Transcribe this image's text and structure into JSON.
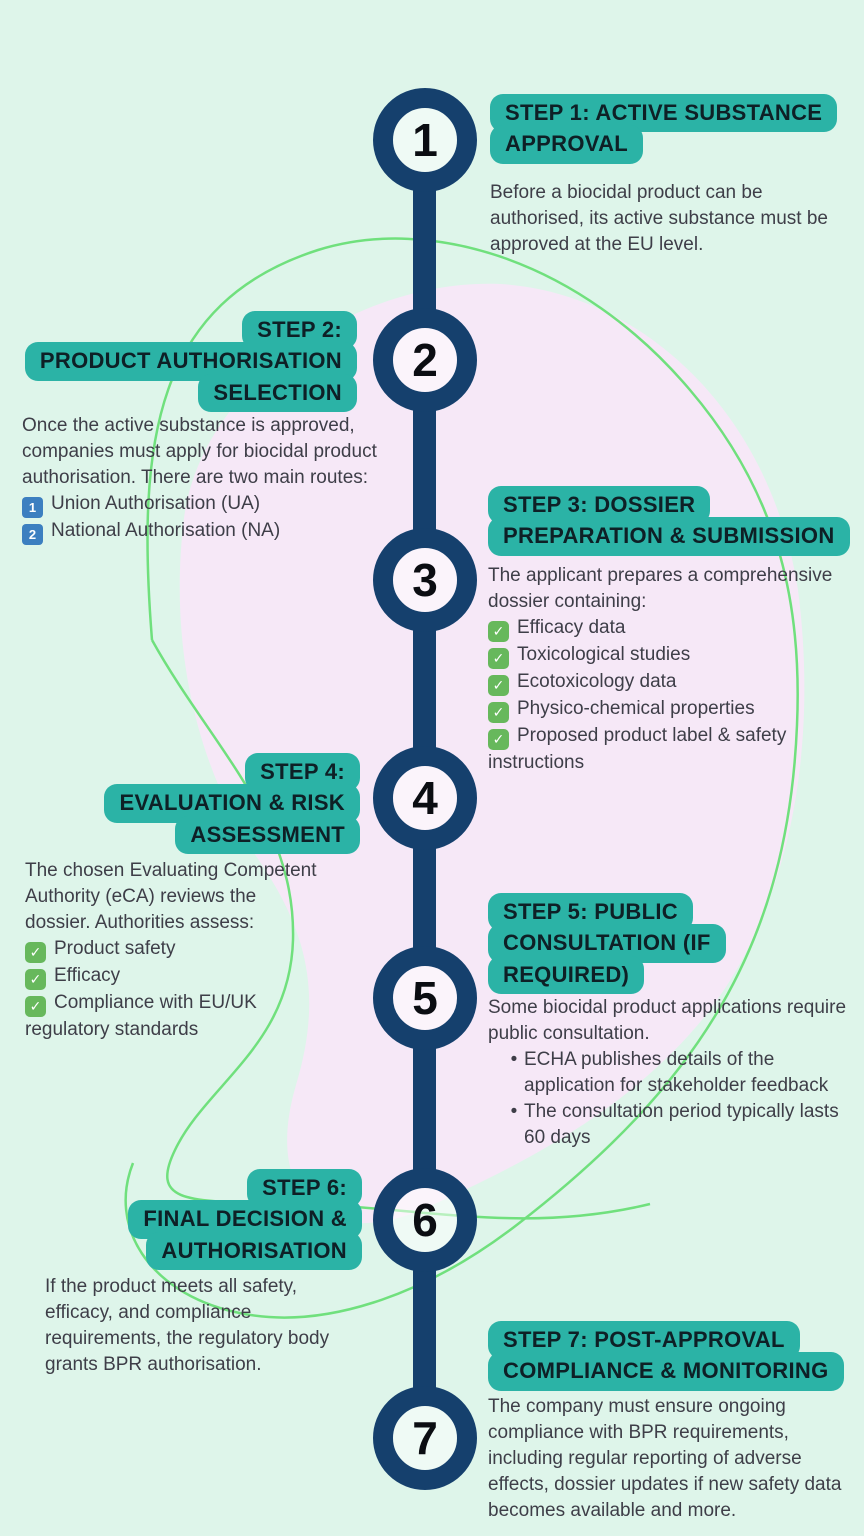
{
  "colors": {
    "background_mint": "#def5ea",
    "blob_pink": "#f6e8f7",
    "accent_teal": "#2bb3a6",
    "timeline_navy": "#15406d",
    "line_green": "#70e07d",
    "check_green": "#67b85c",
    "keycap_blue": "#3c7fc0",
    "body_text": "#3e3e48"
  },
  "icons": {
    "check": "✓",
    "bullet": "•"
  },
  "steps": [
    {
      "number": "1",
      "title_lines": [
        "STEP 1: ACTIVE SUBSTANCE",
        "APPROVAL"
      ],
      "body": "Before a biocidal product can be authorised, its active substance must be approved at the EU level."
    },
    {
      "number": "2",
      "title_lines": [
        "STEP 2:",
        "PRODUCT AUTHORISATION",
        "SELECTION"
      ],
      "body": "Once the active substance is approved, companies must apply for biocidal product authorisation. There are two main routes:",
      "routes": [
        {
          "num": "1",
          "label": "Union Authorisation (UA)"
        },
        {
          "num": "2",
          "label": "National Authorisation (NA)"
        }
      ]
    },
    {
      "number": "3",
      "title_lines": [
        "STEP 3: DOSSIER",
        "PREPARATION & SUBMISSION"
      ],
      "body": "The applicant prepares a comprehensive dossier containing:",
      "checklist": [
        "Efficacy data",
        "Toxicological studies",
        "Ecotoxicology data",
        "Physico-chemical properties",
        "Proposed product label & safety instructions"
      ]
    },
    {
      "number": "4",
      "title_lines": [
        "STEP 4:",
        "EVALUATION & RISK",
        "ASSESSMENT"
      ],
      "body": "The chosen Evaluating Competent Authority (eCA) reviews the dossier. Authorities assess:",
      "checklist": [
        "Product safety",
        "Efficacy",
        "Compliance with EU/UK regulatory standards"
      ]
    },
    {
      "number": "5",
      "title_lines": [
        "STEP 5: PUBLIC",
        "CONSULTATION (IF",
        "REQUIRED)"
      ],
      "body": "Some biocidal product applications require public consultation.",
      "bullets": [
        "ECHA publishes details of the application for stakeholder feedback",
        "The consultation period typically lasts 60 days"
      ]
    },
    {
      "number": "6",
      "title_lines": [
        "STEP 6:",
        "FINAL DECISION &",
        "AUTHORISATION"
      ],
      "body": "If the product meets all safety, efficacy, and compliance requirements, the regulatory body grants BPR authorisation."
    },
    {
      "number": "7",
      "title_lines": [
        "STEP 7: POST-APPROVAL",
        "COMPLIANCE & MONITORING"
      ],
      "body": "The company must ensure ongoing compliance with BPR requirements, including regular reporting of adverse effects, dossier updates if new safety data becomes available and more."
    }
  ]
}
